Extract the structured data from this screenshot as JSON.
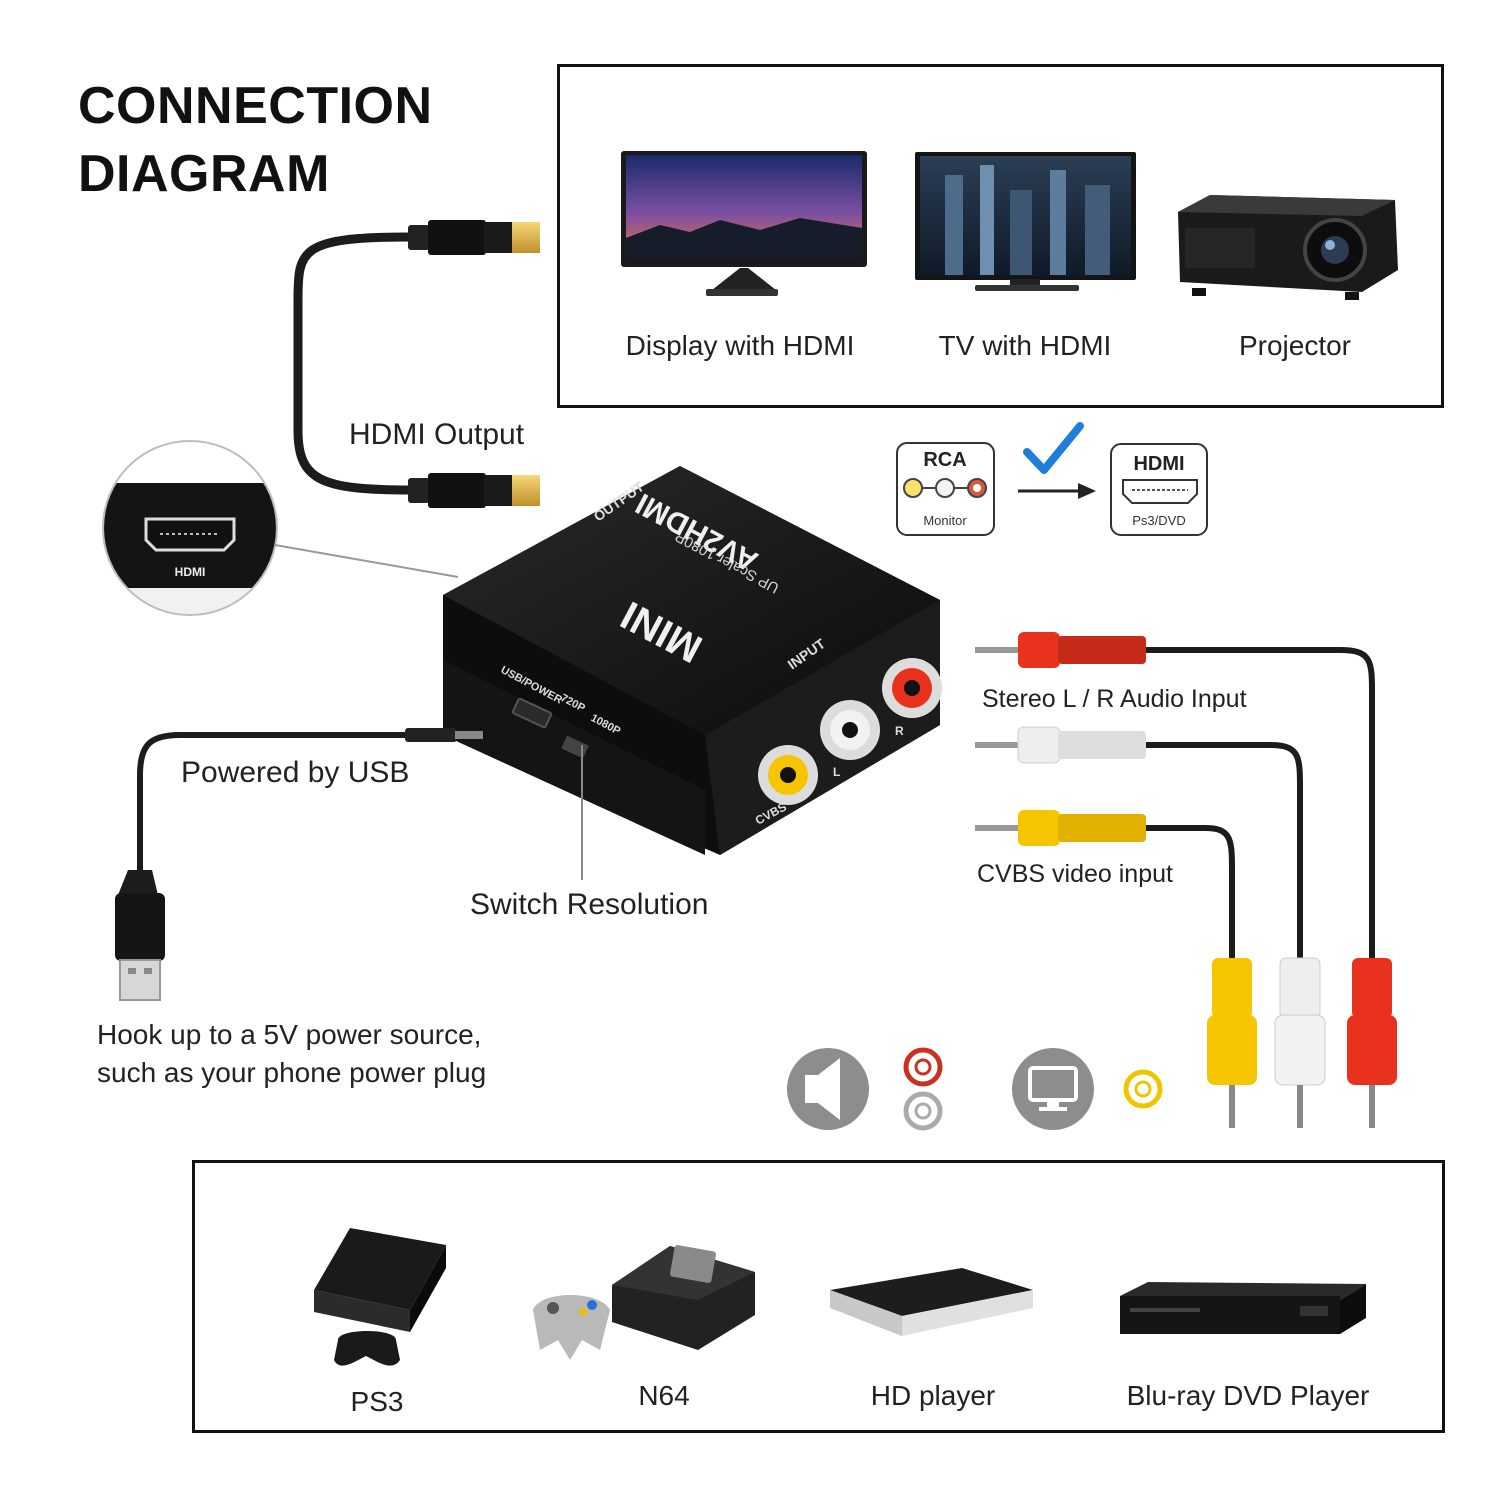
{
  "title_line1": "CONNECTION",
  "title_line2": "DIAGRAM",
  "outputs": [
    {
      "label": "Display with HDMI"
    },
    {
      "label": "TV with HDMI"
    },
    {
      "label": "Projector"
    }
  ],
  "inputs": [
    {
      "label": "PS3"
    },
    {
      "label": "N64"
    },
    {
      "label": "HD player"
    },
    {
      "label": "Blu-ray DVD Player"
    }
  ],
  "callouts": {
    "hdmi_output": "HDMI Output",
    "powered_by_usb": "Powered by USB",
    "switch_resolution": "Switch Resolution",
    "stereo_input": "Stereo L / R Audio Input",
    "cvbs_input": "CVBS video input",
    "power_note_line1": "Hook up to a 5V power source,",
    "power_note_line2": "such as your phone power plug"
  },
  "zoom_port_label": "HDMI",
  "rca_badge": {
    "title": "RCA",
    "sub": "Monitor"
  },
  "hdmi_badge": {
    "title": "HDMI",
    "sub": "Ps3/DVD"
  },
  "device": {
    "brand": "AV2HDMI",
    "subtitle": "UP Scaler 1080P",
    "model": "MINI",
    "output_label": "OUTPUT",
    "input_label": "INPUT",
    "usb_label": "USB/POWER",
    "res_720": "720P",
    "res_1080": "1080P",
    "port_l": "L",
    "port_r": "R",
    "port_cvbs": "CVBS"
  },
  "colors": {
    "red": "#e8321e",
    "white": "#e6e6e6",
    "yellow": "#f7c400",
    "gold": "#e2b43a",
    "check": "#1f7fd6"
  }
}
